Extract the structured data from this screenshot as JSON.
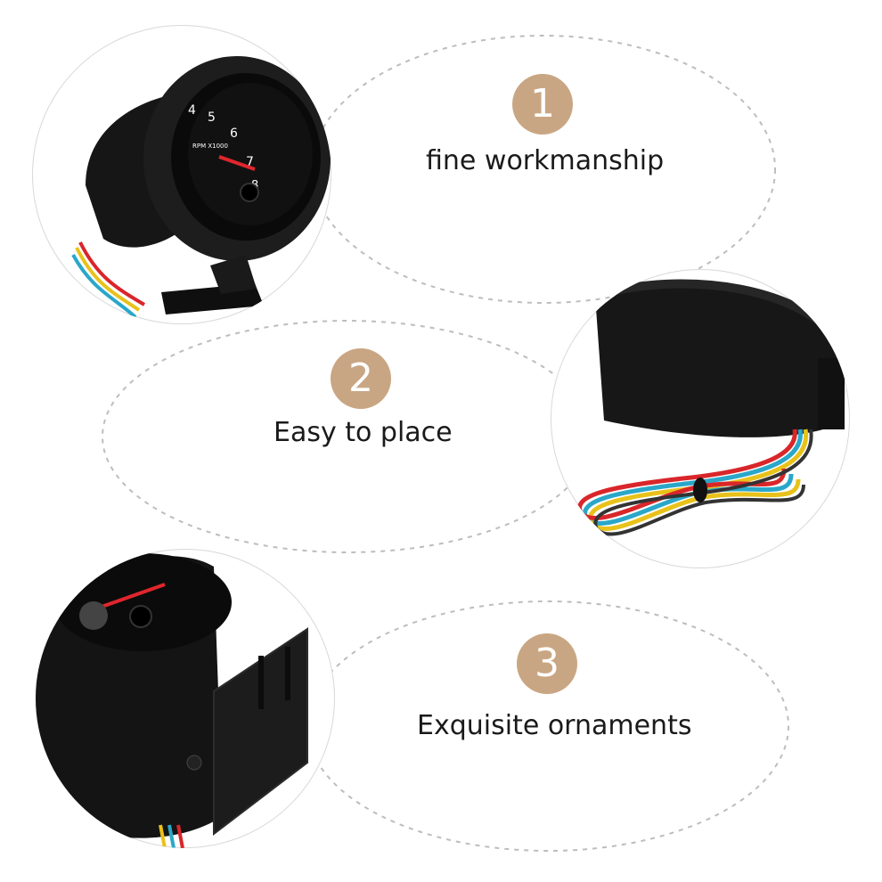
{
  "features": [
    {
      "number": "1",
      "label": "fine workmanship"
    },
    {
      "number": "2",
      "label": "Easy to place"
    },
    {
      "number": "3",
      "label": "Exquisite ornaments"
    }
  ],
  "gauge": {
    "scale_label": "RPM X1000",
    "ticks": [
      "4",
      "5",
      "6",
      "7",
      "8"
    ]
  },
  "colors": {
    "badge": "#c9a683",
    "dash": "#bdbdbd",
    "body": "#151515",
    "needle": "#e0262c"
  }
}
